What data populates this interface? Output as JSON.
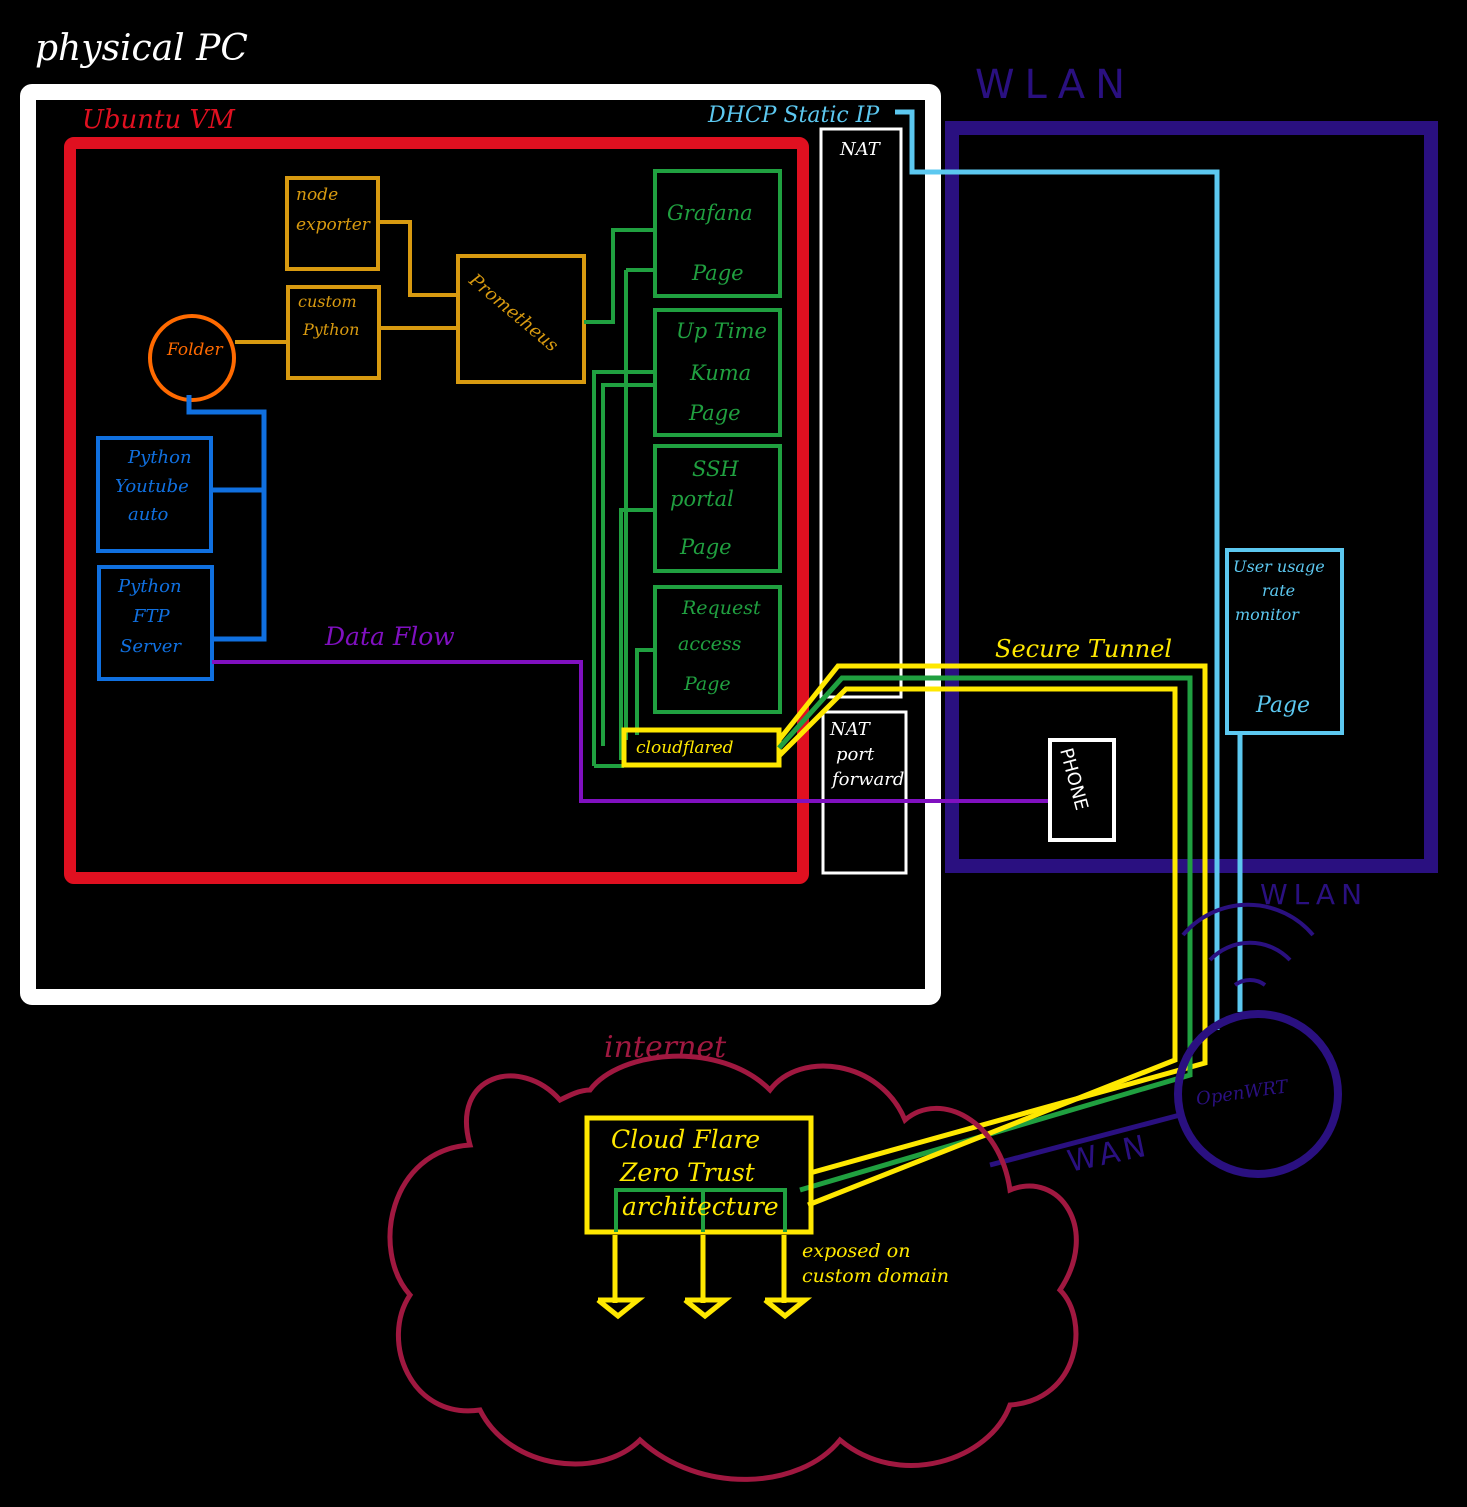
{
  "title": "physical PC",
  "ubuntu_vm": "Ubuntu VM",
  "wlan_top": "WLAN",
  "wlan_bottom": "WLAN",
  "wan": "WAN",
  "dhcp": "DHCP Static IP",
  "nat": "NAT",
  "nat_port_forward": [
    "NAT",
    "port",
    "forward"
  ],
  "node_exporter": [
    "node",
    "exporter"
  ],
  "custom_python": [
    "custom",
    "Python"
  ],
  "prometheus": "Prometheus",
  "folder": "Folder",
  "grafana": [
    "Grafana",
    "Page"
  ],
  "uptime_kuma": [
    "Up Time",
    "Kuma",
    "Page"
  ],
  "ssh_portal": [
    "SSH",
    "portal",
    "Page"
  ],
  "request_access": [
    "Request",
    "access",
    "Page"
  ],
  "python_youtube": [
    "Python",
    "Youtube",
    "auto"
  ],
  "python_ftp": [
    "Python",
    "FTP",
    "Server"
  ],
  "data_flow": "Data Flow",
  "cloudflared": "cloudflared",
  "secure_tunnel": "Secure Tunnel",
  "phone": "PHONE",
  "user_usage": [
    "User usage",
    "rate",
    "monitor",
    "Page"
  ],
  "openwrt": "OpenWRT",
  "internet": "internet",
  "cloudflare_zt": [
    "Cloud Flare",
    "Zero Trust",
    "architecture"
  ],
  "exposed": [
    "exposed on",
    "custom domain"
  ],
  "colors": {
    "white": "#ffffff",
    "red": "#e01020",
    "navy": "#2a1080",
    "lightblue": "#5cc8f0",
    "orange": "#d89a10",
    "darkorange": "#ff6a00",
    "green": "#20a040",
    "blue": "#1070e0",
    "purple": "#8010c0",
    "yellow": "#ffe800",
    "maroon": "#a01840"
  }
}
